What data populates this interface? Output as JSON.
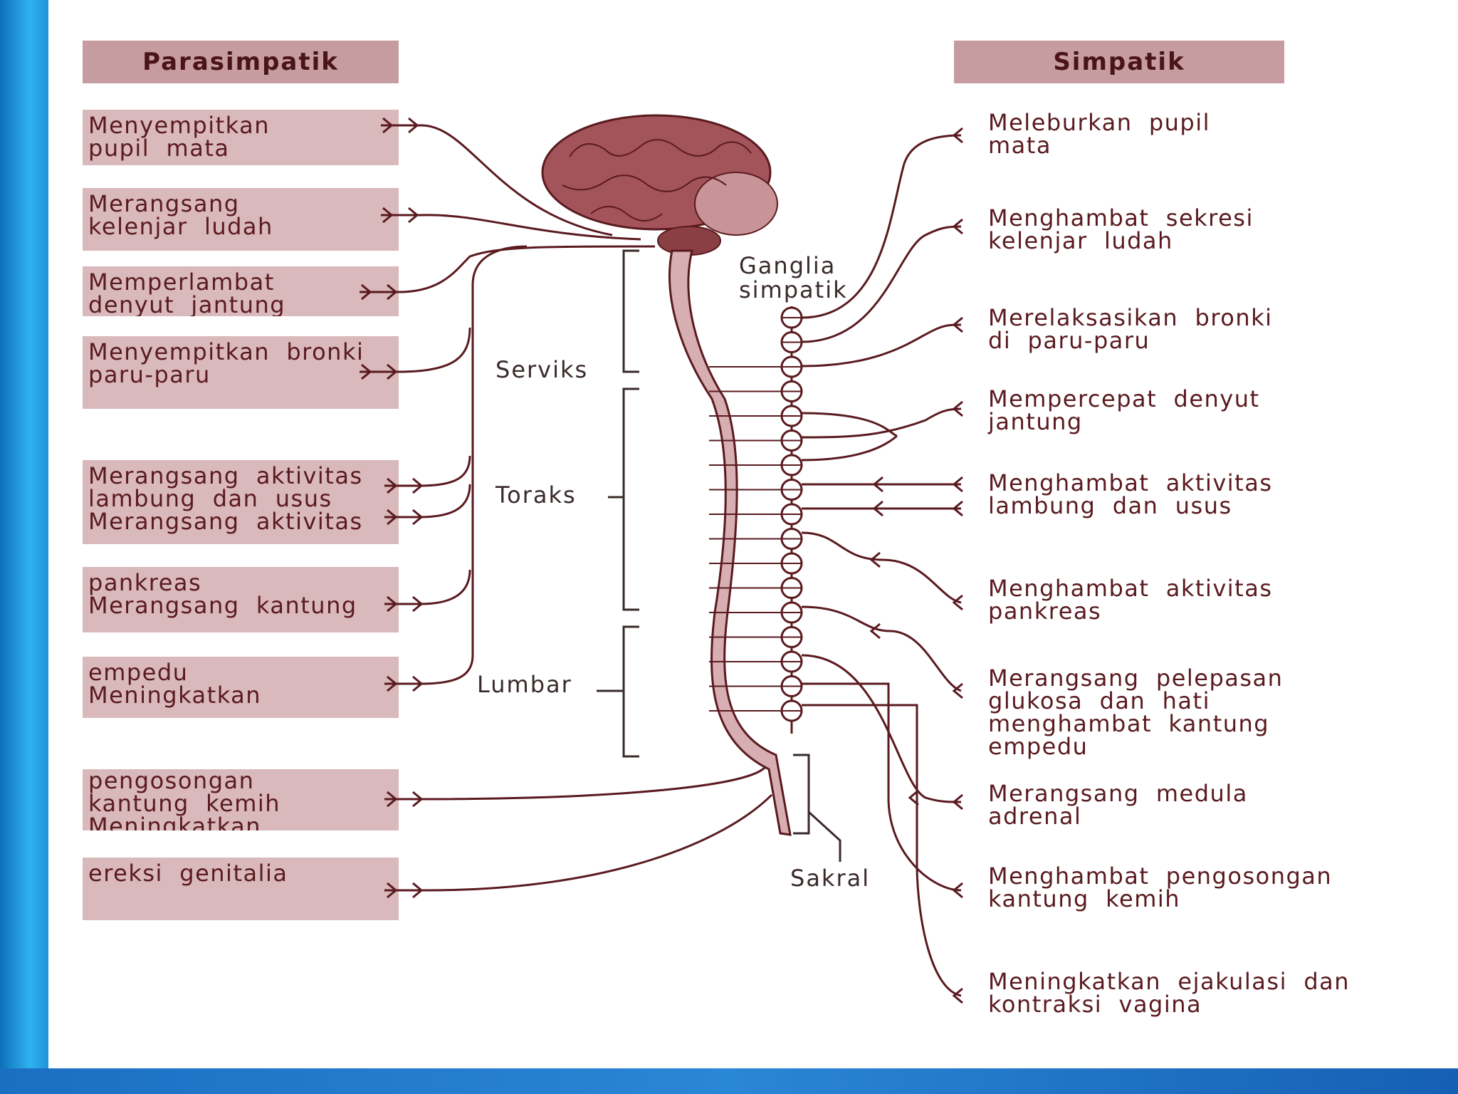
{
  "headers": {
    "left": "Parasimpatik",
    "right": "Simpatik"
  },
  "parasimpatik": [
    "Menyempitkan\npupil  mata",
    "Merangsang\nkelenjar  ludah",
    "Memperlambat\ndenyut  jantung",
    "Menyempitkan  bronki\nparu-paru",
    "Merangsang  aktivitas\nlambung  dan  usus\nMerangsang  aktivitas",
    "pankreas\nMerangsang  kantung",
    "empedu\nMeningkatkan",
    "pengosongan\nkantung  kemih\nMeningkatkan",
    "ereksi  genitalia"
  ],
  "simpatik": [
    "Meleburkan  pupil\nmata",
    "Menghambat  sekresi\nkelenjar  ludah",
    "Merelaksasikan  bronki\ndi  paru-paru",
    "Mempercepat  denyut\njantung",
    "Menghambat  aktivitas\nlambung  dan  usus",
    "Menghambat  aktivitas\npankreas",
    "Merangsang  pelepasan\nglukosa  dan  hati\nmenghambat  kantung\nempedu",
    "Merangsang  medula\nadrenal",
    "Menghambat  pengosongan\nkantung  kemih",
    "Meningkatkan  ejakulasi  dan\nkontraksi  vagina"
  ],
  "segments": {
    "ganglia": "Ganglia\nsimpatik",
    "serviks": "Serviks",
    "toraks": "Toraks",
    "lumbar": "Lumbar",
    "sakral": "Sakral"
  },
  "colors": {
    "header_bg": "#c69ca0",
    "box_bg": "#d9b9bb",
    "text": "#5a1a1f",
    "nerve": "#5a1a1f",
    "brain": "#a3545a"
  }
}
